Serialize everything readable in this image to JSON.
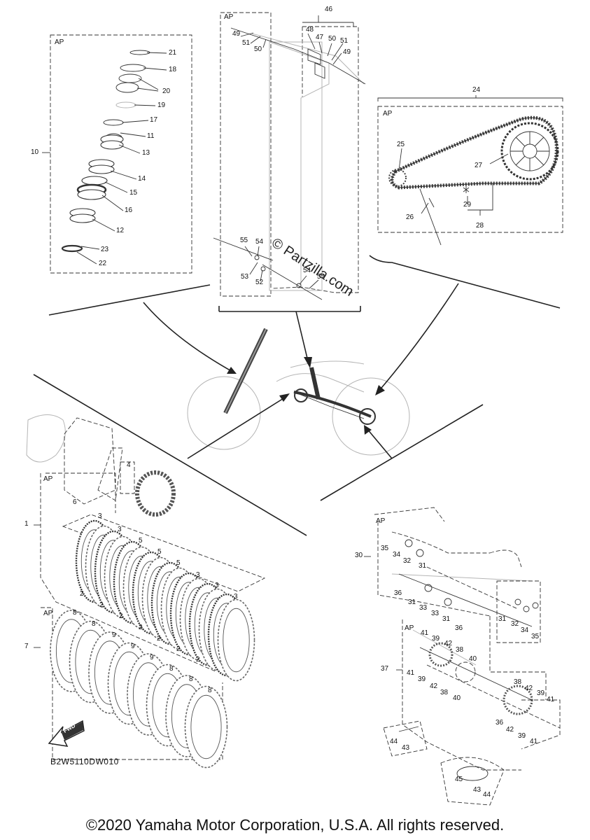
{
  "watermark": "© Partzilla.com",
  "diagram_code": "B2W5110DW010",
  "footer": "©2020 Yamaha Motor Corporation, U.S.A. All rights reserved.",
  "ap_tag": "AP",
  "fwd_label": "FWD",
  "callouts": {
    "c1": "1",
    "c2": "2",
    "c3": "3",
    "c4": "4",
    "c5": "5",
    "c6": "6",
    "c7": "7",
    "c8": "8",
    "c9": "9",
    "c10": "10",
    "c11": "11",
    "c12": "12",
    "c13": "13",
    "c14": "14",
    "c15": "15",
    "c16": "16",
    "c17": "17",
    "c18": "18",
    "c19": "19",
    "c20": "20",
    "c21": "21",
    "c22": "22",
    "c23": "23",
    "c24": "24",
    "c25": "25",
    "c26": "26",
    "c27": "27",
    "c28": "28",
    "c29": "29",
    "c30": "30",
    "c31": "31",
    "c32": "32",
    "c33": "33",
    "c34": "34",
    "c35": "35",
    "c36": "36",
    "c37": "37",
    "c38": "38",
    "c39": "39",
    "c40": "40",
    "c41": "41",
    "c42": "42",
    "c43": "43",
    "c44": "44",
    "c45": "45",
    "c46": "46",
    "c47": "47",
    "c48": "48",
    "c49": "49",
    "c50": "50",
    "c51": "51",
    "c52": "52",
    "c53": "53",
    "c54": "54",
    "c55": "55"
  }
}
